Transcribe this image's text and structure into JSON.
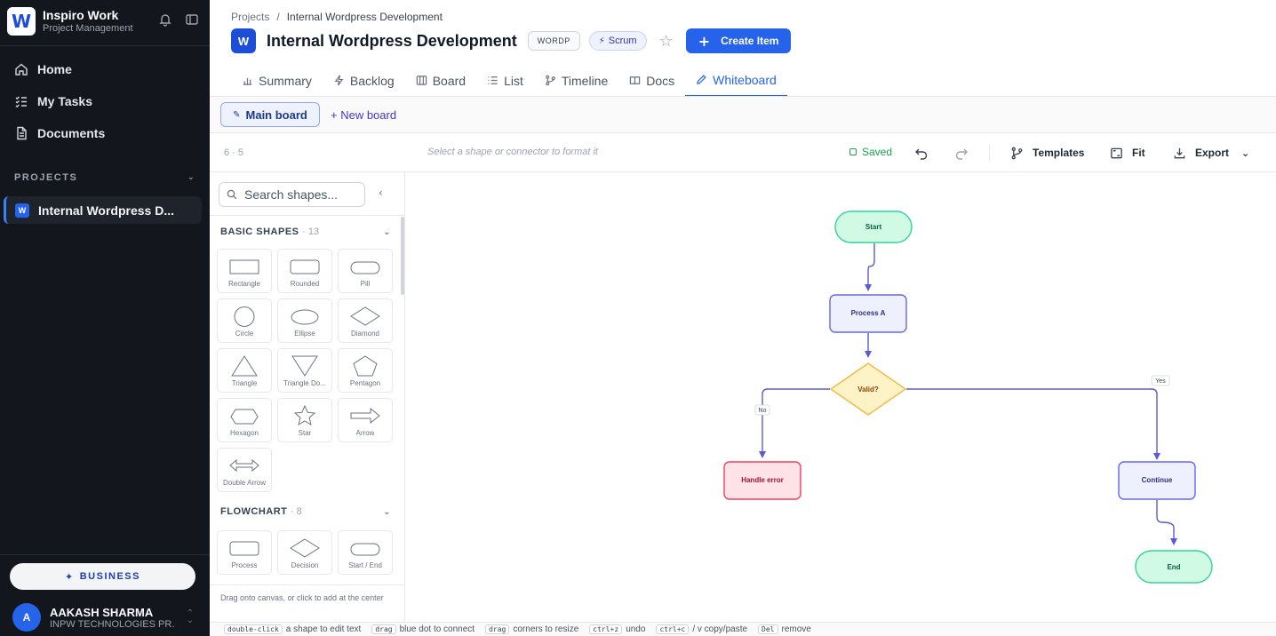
{
  "app": {
    "name": "Inspiro Work",
    "subtitle": "Project Management",
    "logo_letter": "W"
  },
  "sidebar": {
    "nav": [
      {
        "label": "Home",
        "icon": "home-icon"
      },
      {
        "label": "My Tasks",
        "icon": "tasks-icon"
      },
      {
        "label": "Documents",
        "icon": "document-icon"
      }
    ],
    "projects_heading": "PROJECTS",
    "projects": [
      {
        "badge": "W",
        "label": "Internal Wordpress D..."
      }
    ],
    "plan_button": "BUSINESS",
    "user": {
      "initial": "A",
      "name": "AAKASH SHARMA",
      "org": "INPW TECHNOLOGIES PR..."
    }
  },
  "header": {
    "breadcrumb": [
      "Projects",
      "/",
      "Internal Wordpress Development"
    ],
    "project_badge": "W",
    "title": "Internal Wordpress Development",
    "code_chip": "WORDP",
    "method_chip": "Scrum",
    "create_button": "Create Item",
    "tabs": [
      {
        "label": "Summary",
        "icon": "chart-icon"
      },
      {
        "label": "Backlog",
        "icon": "bolt-icon"
      },
      {
        "label": "Board",
        "icon": "board-icon"
      },
      {
        "label": "List",
        "icon": "list-icon"
      },
      {
        "label": "Timeline",
        "icon": "timeline-icon"
      },
      {
        "label": "Docs",
        "icon": "book-icon"
      },
      {
        "label": "Whiteboard",
        "icon": "pencil-icon",
        "active": true
      }
    ]
  },
  "boards": {
    "active": "Main board",
    "new_label": "+ New board"
  },
  "toolbar": {
    "counts": "6 · 5",
    "hint": "Select a shape or connector to format it",
    "saved": "Saved",
    "templates": "Templates",
    "fit": "Fit",
    "export": "Export"
  },
  "shapes_panel": {
    "search_placeholder": "Search shapes...",
    "sections": [
      {
        "title": "BASIC SHAPES",
        "count": "· 13",
        "items": [
          "Rectangle",
          "Rounded",
          "Pill",
          "Circle",
          "Ellipse",
          "Diamond",
          "Triangle",
          "Triangle Do...",
          "Pentagon",
          "Hexagon",
          "Star",
          "Arrow",
          "Double Arrow"
        ]
      },
      {
        "title": "FLOWCHART",
        "count": "· 8",
        "items": [
          "Process",
          "Decision",
          "Start / End"
        ]
      }
    ],
    "footer": "Drag onto canvas, or click to add at the center"
  },
  "diagram": {
    "nodes": {
      "start": "Start",
      "process_a": "Process A",
      "valid": "Valid?",
      "handle_error": "Handle error",
      "continue": "Continue",
      "end": "End"
    },
    "edge_labels": {
      "no": "No",
      "yes": "Yes"
    },
    "colors": {
      "connector": "#5b5bd6",
      "start_end_fill": "#d1fae5",
      "start_end_stroke": "#34d399",
      "process_fill": "#eef0fd",
      "process_stroke": "#6366f1",
      "decision_fill": "#fef3c7",
      "decision_stroke": "#f5b942",
      "error_fill": "#fde2e7",
      "error_stroke": "#f43f5e"
    }
  },
  "hints": [
    {
      "key": "double-click",
      "text": "a shape to edit text"
    },
    {
      "key": "drag",
      "text": "blue dot to connect"
    },
    {
      "key": "drag",
      "text": "corners to resize"
    },
    {
      "key": "ctrl+z",
      "text": "undo"
    },
    {
      "key": "ctrl+c",
      "text": "/ v copy/paste"
    },
    {
      "key": "Del",
      "text": "remove"
    }
  ]
}
